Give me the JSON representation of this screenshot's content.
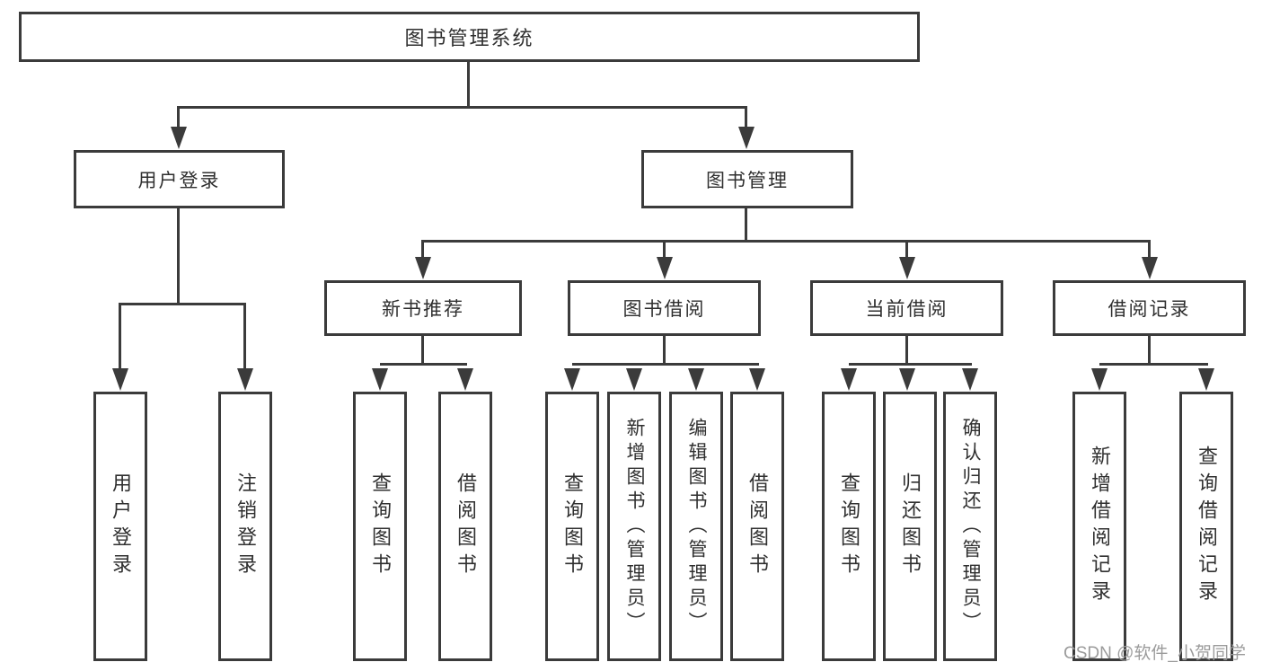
{
  "diagram": {
    "root": "图书管理系统",
    "level2": {
      "user_login": "用户登录",
      "book_mgmt": "图书管理"
    },
    "level3": {
      "new_books": "新书推荐",
      "book_borrow": "图书借阅",
      "current_borrow": "当前借阅",
      "borrow_records": "借阅记录"
    },
    "leaves": {
      "user_login": [
        "用户登录",
        "注销登录"
      ],
      "new_books": [
        "查询图书",
        "借阅图书"
      ],
      "book_borrow": [
        "查询图书",
        "新增图书（管理员）",
        "编辑图书（管理员）",
        "借阅图书"
      ],
      "current_borrow": [
        "查询图书",
        "归还图书",
        "确认归还（管理员）"
      ],
      "borrow_records": [
        "新增借阅记录",
        "查询借阅记录"
      ]
    }
  },
  "watermark": "CSDN @软件_小贺同学",
  "colors": {
    "line": "#3b3b3b",
    "box_border": "#3b3b3b",
    "text": "#2f2f2f",
    "watermark": "#9b9b9b",
    "background": "#ffffff"
  }
}
